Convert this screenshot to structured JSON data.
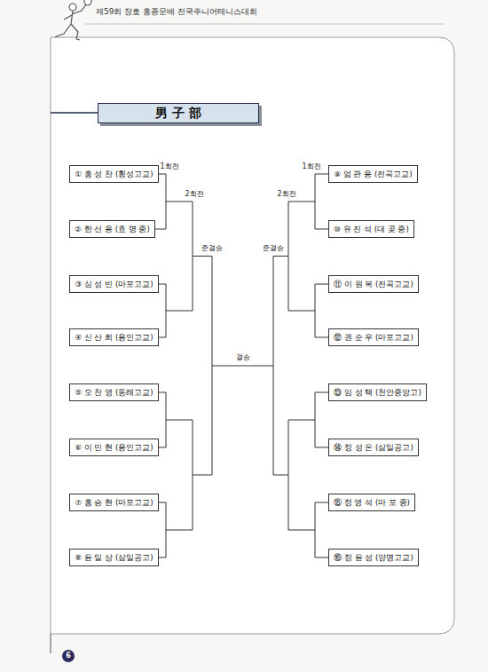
{
  "diagram": {
    "title": "제59회 장호 홍종문배 전국주니어테니스대회",
    "nodes": [
      {
        "text": [
          "男 子 部"
        ]
      },
      {
        "text": [
          "① 홍 성 찬 (횡성고교)"
        ]
      },
      {
        "text": [
          "② 한 선 용 (효 명 중)"
        ]
      },
      {
        "text": [
          "③ 심 성 빈 (마포고교)"
        ]
      },
      {
        "text": [
          "④ 신 산 희 (용인고교)"
        ]
      },
      {
        "text": [
          "⑤ 오 찬 영 (동래고교)"
        ]
      },
      {
        "text": [
          "⑥ 이 민 현 (용인고교)"
        ]
      },
      {
        "text": [
          "⑦ 홍 승 현 (마포고교)"
        ]
      },
      {
        "text": [
          "⑧ 윤 일 상 (삼일공고)"
        ]
      },
      {
        "text": [
          "⑨ 엄 관 용 (전곡고교)"
        ]
      },
      {
        "text": [
          "⑩ 유 진 석 (대 곶 중)"
        ]
      },
      {
        "text": [
          "⑪ 이 원 복 (전곡고교)"
        ]
      },
      {
        "text": [
          "⑫ 권 순 우 (마포고교)"
        ]
      },
      {
        "text": [
          "⑬ 임 성 택 (천안중앙고)"
        ]
      },
      {
        "text": [
          "⑭ 정 성 온 (삼일공고)"
        ]
      },
      {
        "text": [
          "⑮ 정 영 석 (마 포 중)"
        ]
      },
      {
        "text": [
          "⑯ 정 윤 성 (양명고교)"
        ]
      }
    ],
    "labels": [
      "1회전",
      "2회전",
      "준결승",
      "1회전",
      "2회전",
      "준결승",
      "결승",
      "6"
    ]
  }
}
